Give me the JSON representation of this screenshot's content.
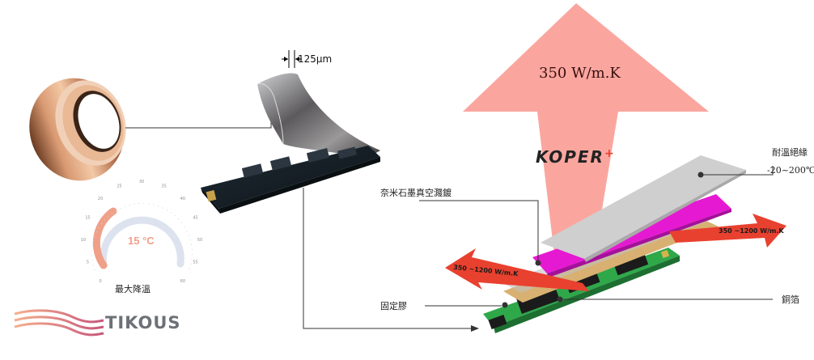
{
  "thickness": "125µm",
  "main_arrow_label": "350 W/m.K",
  "koper_logo": "KOPER",
  "koper_plus": "+",
  "side_arrow_left": "350 ~1200 W/m.K",
  "side_arrow_right": "350 ~1200 W/m.K",
  "callouts": {
    "heat_resistant_insulation": "耐溫絕緣",
    "temperature_range": "-20~200℃",
    "nano_graphite": "奈米石墨真空濺鍍",
    "fixing_glue": "固定膠",
    "copper_foil": "銅箔"
  },
  "gauge": {
    "value_text": "15 °C",
    "caption": "最大降溫",
    "ticks": [
      "0",
      "5",
      "10",
      "15",
      "20",
      "25",
      "30",
      "35",
      "40",
      "45",
      "50",
      "55",
      "60"
    ],
    "value": 15,
    "max": 60
  },
  "brand_logo": "TIKOUS",
  "colors": {
    "heat_arrow": "#f99a92",
    "side_arrow": "#e8412f",
    "magenta_layer": "#e619d2",
    "gray_layer": "#cfcfcf",
    "glue_layer": "#d8b071",
    "pcb_green": "#2fa84a",
    "gauge_accent": "#f0a088",
    "gauge_track": "#dde3ee"
  }
}
